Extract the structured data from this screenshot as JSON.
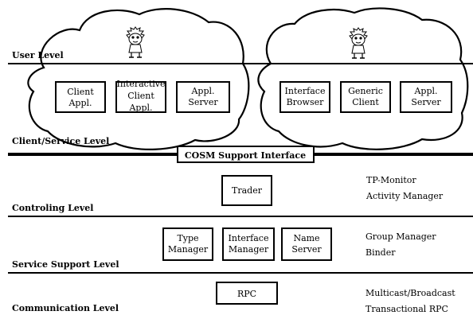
{
  "levels": {
    "user": "User Level",
    "client_service": "Client/Service Level",
    "controling": "Controling Level",
    "service_support": "Service Support Level",
    "communication": "Communication Level"
  },
  "cloud_left": {
    "user_icon": "person-icon",
    "boxes": [
      {
        "line1": "Client",
        "line2": "Appl."
      },
      {
        "line1": "Interactive",
        "line2": "Client",
        "line3": "Appl."
      },
      {
        "line1": "Appl.",
        "line2": "Server"
      }
    ]
  },
  "cloud_right": {
    "user_icon": "person-icon",
    "boxes": [
      {
        "line1": "Interface",
        "line2": "Browser"
      },
      {
        "line1": "Generic",
        "line2": "Client"
      },
      {
        "line1": "Appl.",
        "line2": "Server"
      }
    ]
  },
  "cosm_interface": "COSM Support Interface",
  "controling_box": "Trader",
  "controling_side": [
    "TP-Monitor",
    "Activity Manager"
  ],
  "service_boxes": [
    {
      "line1": "Type",
      "line2": "Manager"
    },
    {
      "line1": "Interface",
      "line2": "Manager"
    },
    {
      "line1": "Name",
      "line2": "Server"
    }
  ],
  "service_side": [
    "Group Manager",
    "Binder"
  ],
  "communication_box": "RPC",
  "communication_side": [
    "Multicast/Broadcast",
    "Transactional RPC"
  ]
}
